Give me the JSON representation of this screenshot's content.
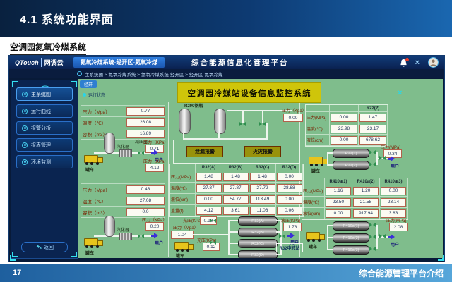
{
  "slide": {
    "title": "4.1 系统功能界面",
    "subtitle": "空调园氮氧冷煤系统",
    "page_number": "17",
    "footer": "综合能源管理平台介绍"
  },
  "window": {
    "logo": "QTouch",
    "logo_suffix": "网调云",
    "tab": "氮氧冷煤系统-经开区-氮氧冷煤",
    "title": "综合能源信息化管理平台",
    "breadcrumb": "主系统图 > 氮氧冷煤系统 > 氮氧冷煤系统-经开区 > 经开区-氮氧冷煤"
  },
  "sidebar": {
    "items": [
      "主系统图",
      "运行曲线",
      "报警分析",
      "报表管理",
      "环境监测"
    ],
    "back": "返回"
  },
  "main": {
    "zone_tab": "经开",
    "legend": "运行状态",
    "banner": "空调园冷媒站设备信息监控系统",
    "truck_label": "罐车",
    "user_label": "用户",
    "left": {
      "station1": {
        "rows": [
          [
            "压力（Mpa）",
            "0.77"
          ],
          [
            "温度（℃）",
            "26.08"
          ],
          [
            "容积（m3）",
            "16.89"
          ]
        ],
        "vaporizer": "汽化器",
        "reducer": "减压器",
        "kpa1_label": "压力（KPa）",
        "kpa1": "0.71",
        "kpa2_label": "压力（KPa）",
        "kpa2": "4.12"
      },
      "station2": {
        "rows": [
          [
            "压力（Mpa）",
            "0.43"
          ],
          [
            "温度（℃）",
            "27.08"
          ],
          [
            "容积（m3）",
            "0.0"
          ]
        ],
        "vaporizer": "汽化器",
        "reducer": "减压器",
        "kpa1_label": "压力（KPa）",
        "kpa1": "0.20"
      }
    },
    "middle": {
      "cylinder_label": "R290钢瓶",
      "kpa_label": "压力（Kpa）",
      "kpa_value": "0.00",
      "alarm_left": "泄漏报警",
      "alarm_right": "火灾报警",
      "table": {
        "headers": [
          "R32(A)",
          "R32(B)",
          "R32(C)",
          "R32(D)"
        ],
        "row_labels": [
          "压力(MPa)",
          "温度(℃)",
          "液位(cm)",
          "重量(t)"
        ],
        "cells": [
          [
            "1.48",
            "1.48",
            "1.48",
            "0.00"
          ],
          [
            "27.87",
            "27.87",
            "27.72",
            "28.68"
          ],
          [
            "0.00",
            "54.77",
            "113.49",
            "0.00"
          ],
          [
            "4.12",
            "3.61",
            "11.06",
            "0.06"
          ]
        ]
      },
      "bottom": {
        "mpa_label": "压力（Mpa）",
        "mpa": "1.04",
        "charge1_label": "充压(KPa)",
        "charge1": "0.90",
        "charge2_label": "充压(KPa)",
        "charge2": "0.12",
        "tanks": [
          "R32(A)",
          "R32(B)",
          "R32(C)",
          "R32(D)"
        ],
        "out_label": "液压(KPa)",
        "out": "1.78",
        "station_button": "R32中转站"
      }
    },
    "right": {
      "r22": {
        "header": "R22(2)",
        "row_labels": [
          "压力(MPa)",
          "温度(℃)",
          "液位(cm)"
        ],
        "cells": [
          [
            "0.00",
            "1.47"
          ],
          [
            "23.98",
            "23.17"
          ],
          [
            "0.00",
            "678.62"
          ]
        ],
        "tanks": [
          "R22(1)",
          "R22(2)"
        ],
        "out_label": "压力(MPa)",
        "out": "0.34"
      },
      "r410a": {
        "headers": [
          "R410a(1)",
          "R410a(2)",
          "R410a(3)"
        ],
        "row_labels": [
          "压力(MPa)",
          "温度(℃)",
          "液位(cm)"
        ],
        "cells": [
          [
            "1.16",
            "1.20",
            "0.00"
          ],
          [
            "23.50",
            "21.58",
            "23.14"
          ],
          [
            "0.00",
            "917.94",
            "3.83"
          ]
        ],
        "tanks": [
          "R410a(1)",
          "R410a(2)",
          "R410a(3)"
        ],
        "out_label": "压力(MPa)",
        "out": "2.08"
      }
    }
  },
  "colors": {
    "header_blue": "#0d3a72",
    "canvas_green": "#7fbd8c",
    "banner_yellow": "#cfc50a",
    "alarm_yellow": "#98920c",
    "footer_blue": "#2f7fc0"
  }
}
